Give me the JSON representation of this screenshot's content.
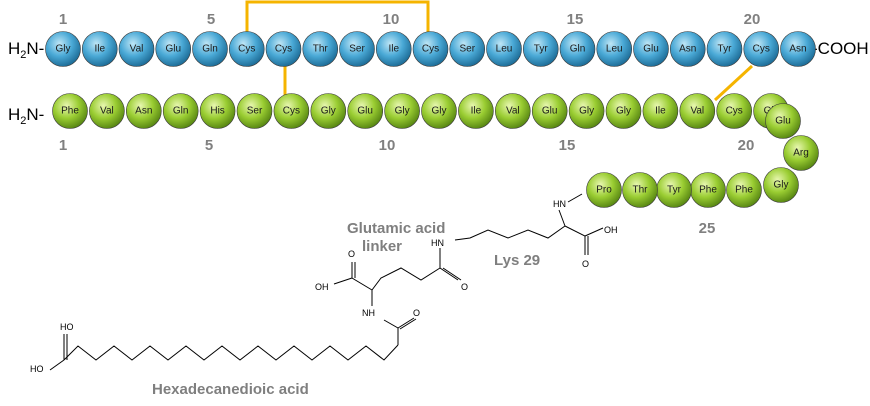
{
  "chain_a": {
    "n_terminus": "H2N-",
    "c_terminus": "-COOH",
    "residues": [
      "Gly",
      "Ile",
      "Val",
      "Glu",
      "Gln",
      "Cys",
      "Cys",
      "Thr",
      "Ser",
      "Ile",
      "Cys",
      "Ser",
      "Leu",
      "Tyr",
      "Gln",
      "Leu",
      "Glu",
      "Asn",
      "Tyr",
      "Cys",
      "Asn"
    ],
    "numbers": [
      "1",
      "5",
      "10",
      "15",
      "20"
    ],
    "color": "#4aa9d6"
  },
  "chain_b": {
    "n_terminus": "H2N-",
    "residues": [
      "Phe",
      "Val",
      "Asn",
      "Gln",
      "His",
      "Ser",
      "Cys",
      "Gly",
      "Glu",
      "Gly",
      "Gly",
      "Ile",
      "Val",
      "Glu",
      "Gly",
      "Gly",
      "Ile",
      "Val",
      "Cys",
      "Gly",
      "Glu",
      "Arg",
      "Gly",
      "Phe",
      "Phe",
      "Tyr",
      "Thr",
      "Pro"
    ],
    "numbers": [
      "1",
      "5",
      "10",
      "15",
      "20",
      "25"
    ],
    "color": "#9acd32"
  },
  "chemistry": {
    "atoms": [
      "HN",
      "OH",
      "O",
      "OH",
      "HN",
      "O",
      "HO",
      "NH",
      "O",
      "O",
      "HO"
    ],
    "labels": {
      "glutamic_linker": [
        "Glutamic acid",
        "linker"
      ],
      "lys": "Lys 29",
      "fatty_acid": "Hexadecanedioic acid"
    }
  },
  "colors": {
    "disulfide": "#f5b400",
    "label_gray": "#7f7f7f"
  }
}
